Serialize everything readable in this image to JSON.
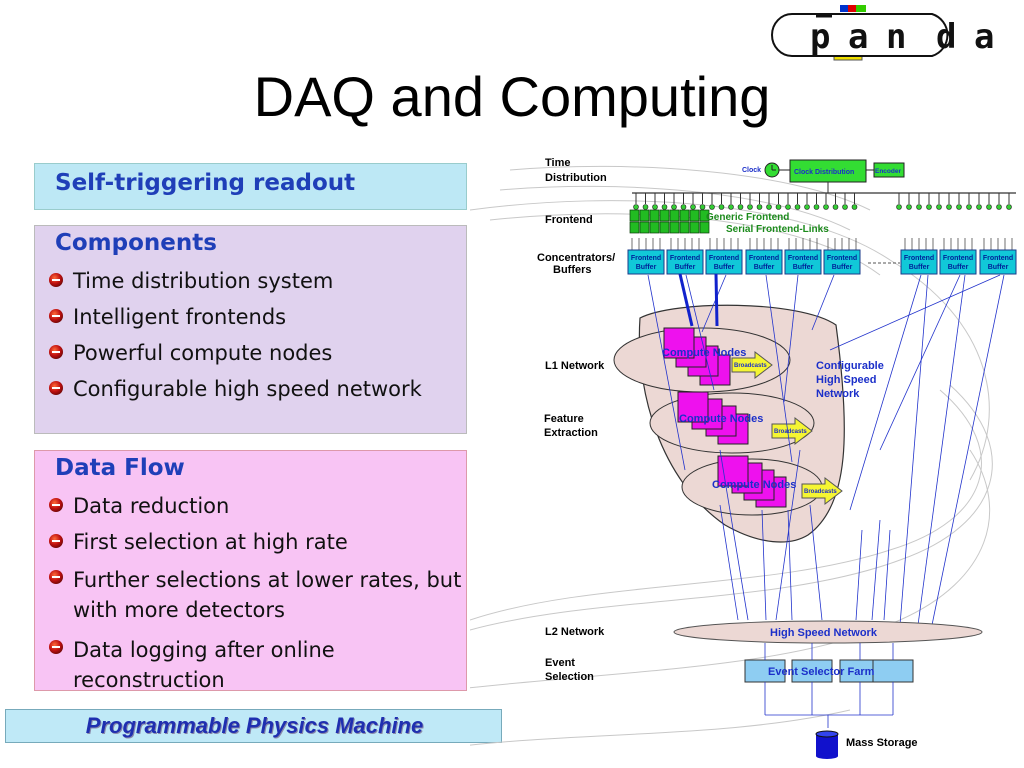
{
  "title": "DAQ and Computing",
  "logo": {
    "letters": [
      "p",
      "a",
      "n",
      "d",
      "a"
    ]
  },
  "left": {
    "self_triggering": "Self-triggering readout",
    "components": {
      "heading": "Components",
      "items": [
        "Time distribution system",
        "Intelligent frontends",
        "Powerful compute nodes",
        "Configurable high speed network"
      ]
    },
    "data_flow": {
      "heading": "Data Flow",
      "items": [
        "Data reduction",
        "First selection at high rate",
        "Further selections at lower rates, but with more detectors",
        "Data logging after online reconstruction"
      ]
    },
    "footer": "Programmable Physics Machine"
  },
  "diagram": {
    "stage_labels": {
      "time": [
        "Time",
        "Distribution"
      ],
      "frontend": "Frontend",
      "concentrators": [
        "Concentrators/",
        "Buffers"
      ],
      "l1": "L1 Network",
      "feature": [
        "Feature",
        "Extraction"
      ],
      "l2": "L2 Network",
      "event": [
        "Event",
        "Selection"
      ]
    },
    "clock": "Clock",
    "clock_distribution": "Clock Distribution",
    "encoder": "Encoder",
    "generic_frontend": "Generic Frontend",
    "serial_links": "Serial Frontend-Links",
    "frontend_buffer": [
      "Frontend",
      "Buffer"
    ],
    "compute_nodes": "Compute Nodes",
    "broadcasts": "Broadcasts",
    "configurable_network": [
      "Configurable",
      "High Speed",
      "Network"
    ],
    "high_speed_network": "High Speed Network",
    "event_selector_farm": "Event Selector Farm",
    "mass_storage": "Mass Storage"
  }
}
